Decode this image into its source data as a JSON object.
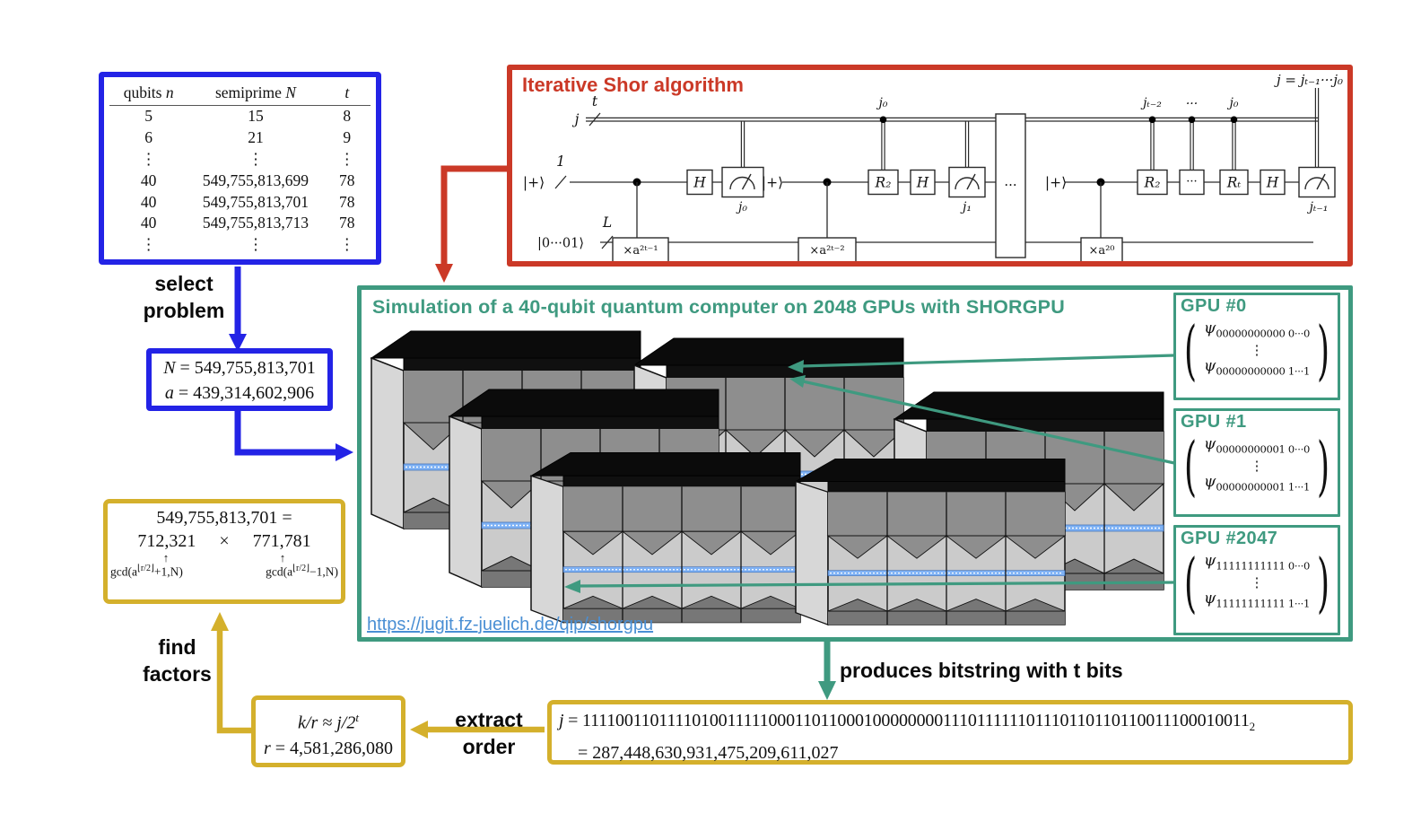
{
  "colors": {
    "blue": "#2323e6",
    "red": "#cb3927",
    "teal": "#3f9a80",
    "gold": "#d4b02c",
    "link_blue": "#4a8fd4"
  },
  "problem_table": {
    "headers": [
      {
        "label": "qubits ",
        "var": "n"
      },
      {
        "label": "semiprime ",
        "var": "N"
      },
      {
        "label": "",
        "var": "t"
      }
    ],
    "rows": [
      [
        "5",
        "15",
        "8"
      ],
      [
        "6",
        "21",
        "9"
      ],
      [
        "⋮",
        "⋮",
        "⋮"
      ],
      [
        "40",
        "549,755,813,699",
        "78"
      ],
      [
        "40",
        "549,755,813,701",
        "78"
      ],
      [
        "40",
        "549,755,813,713",
        "78"
      ],
      [
        "⋮",
        "⋮",
        "⋮"
      ]
    ]
  },
  "labels": {
    "select_problem_1": "select",
    "select_problem_2": "problem",
    "find_factors_1": "find",
    "find_factors_2": "factors",
    "extract_order_1": "extract",
    "extract_order_2": "order",
    "produces_bitstring": "produces bitstring with t bits"
  },
  "problem_box": {
    "line1_var": "N",
    "line1_rest": " = 549,755,813,701",
    "line2_var": "a",
    "line2_rest": " = 439,314,602,906"
  },
  "shor_box": {
    "title": "Iterative Shor algorithm",
    "circuit": {
      "reg_j": "j",
      "slash_t": "t",
      "slash_1": "1",
      "slash_L": "L",
      "ket_plus": "|+⟩",
      "ket_work": "|0···01⟩",
      "gate_H": "H",
      "gate_R2": "R₂",
      "gate_Rt": "Rₜ",
      "mult1": "×a²ᵗ⁻¹",
      "mult2": "×a²ᵗ⁻²",
      "mult3": "×a²⁰",
      "j0": "j₀",
      "j1": "j₁",
      "jt2": "jₜ₋₂",
      "jt1": "jₜ₋₁",
      "cdots": "···",
      "result": "j = jₜ₋₁···j₀"
    }
  },
  "simulation_box": {
    "title": "Simulation of a 40-qubit quantum computer on 2048 GPUs with SHORGPU",
    "url": "https://jugit.fz-juelich.de/qip/shorgpu"
  },
  "gpu_boxes": [
    {
      "title": "GPU #0",
      "psi": "ψ",
      "top_sub": "00000000000 0···0",
      "dots": "⋮",
      "bot_sub": "00000000000 1···1"
    },
    {
      "title": "GPU #1",
      "psi": "ψ",
      "top_sub": "00000000001 0···0",
      "dots": "⋮",
      "bot_sub": "00000000001 1···1"
    },
    {
      "title": "GPU #2047",
      "psi": "ψ",
      "top_sub": "11111111111 0···0",
      "dots": "⋮",
      "bot_sub": "11111111111 1···1"
    }
  ],
  "factors_box": {
    "line1": "549,755,813,701 =",
    "factor1": "712,321",
    "times": "×",
    "factor2": "771,781",
    "up_arrow": "↑",
    "gcd1_pre": "gcd(a",
    "gcd1_sup": "⌊r/2⌋",
    "gcd1_post": "+1,N)",
    "gcd2_pre": "gcd(a",
    "gcd2_sup": "⌊r/2⌋",
    "gcd2_post": "−1,N)"
  },
  "order_box": {
    "line1": "k/r ≈ j/2",
    "line1_sup": "t",
    "line2_var": "r",
    "line2_rest": " = 4,581,286,080"
  },
  "bitstring_box": {
    "prefix": "j",
    "eq": " = ",
    "bits": "111100110111101001111100011011000100000000111011111101110110110110011100010011",
    "base_sub": "2",
    "line2": "= 287,448,630,931,475,209,611,027"
  }
}
